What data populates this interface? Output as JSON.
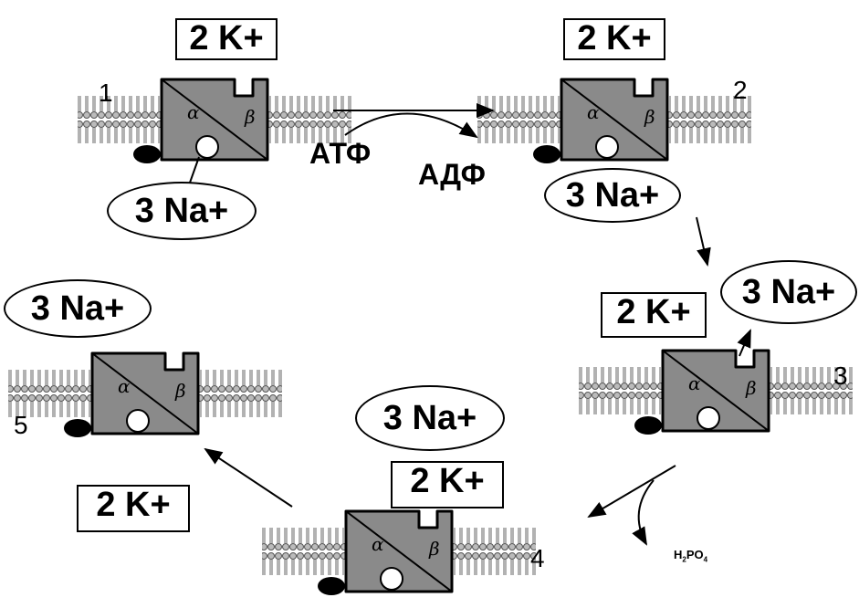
{
  "labels": {
    "k_ion": "2 K+",
    "na_ion": "3 Na+",
    "atp": "АТФ",
    "adp": "АДФ",
    "phosphate": "H",
    "phosphate_sub1": "2",
    "phosphate_mid": "PO",
    "phosphate_sub2": "4",
    "alpha": "α",
    "beta": "β"
  },
  "states": [
    "1",
    "2",
    "3",
    "4",
    "5"
  ]
}
